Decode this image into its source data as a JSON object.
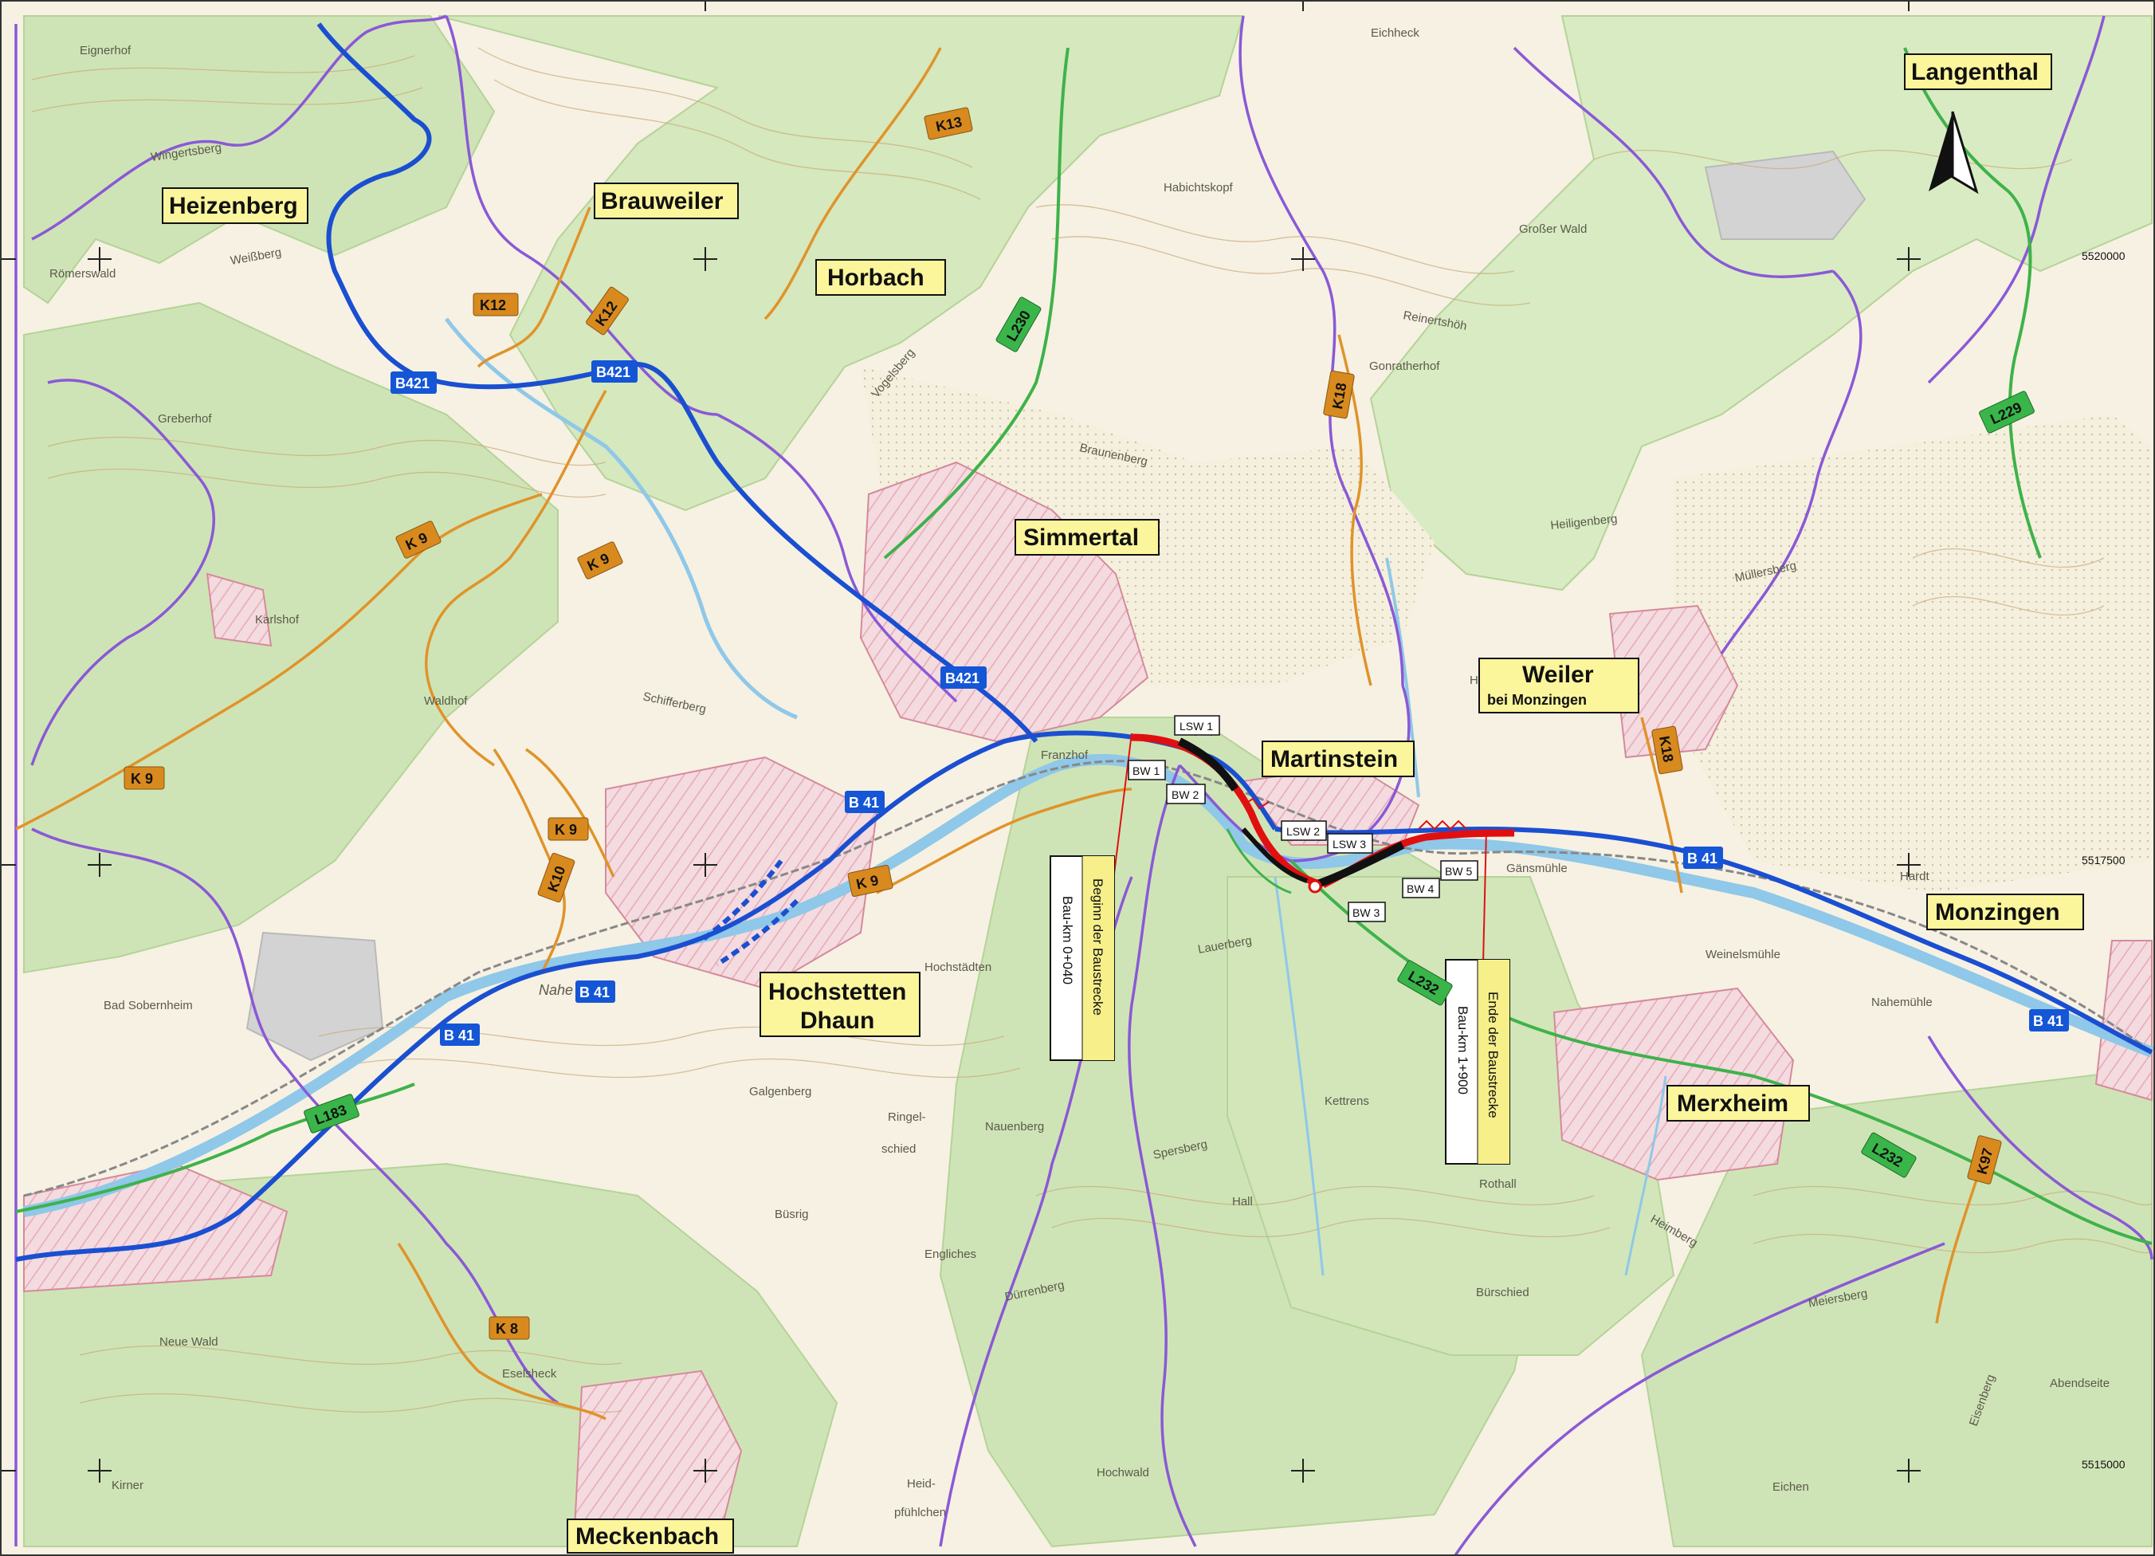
{
  "towns": {
    "langenthal": "Langenthal",
    "heizenberg": "Heizenberg",
    "brauweiler": "Brauweiler",
    "horbach": "Horbach",
    "simmertal": "Simmertal",
    "martinstein": "Martinstein",
    "weiler": "Weiler",
    "weiler_sub": "bei Monzingen",
    "monzingen": "Monzingen",
    "hochstetten_1": "Hochstetten",
    "hochstetten_2": "Dhaun",
    "merxheim": "Merxheim",
    "meckenbach": "Meckenbach"
  },
  "roads": {
    "b421_a": "B421",
    "b421_b": "B421",
    "b421_c": "B421",
    "b41_a": "B 41",
    "b41_b": "B 41",
    "b41_c": "B 41",
    "b41_d": "B 41",
    "b41_e": "B 41",
    "k13": "K13",
    "k12_a": "K12",
    "k12_b": "K12",
    "k18_a": "K18",
    "k18_b": "K18",
    "k9_a": "K 9",
    "k9_b": "K 9",
    "k9_c": "K 9",
    "k9_d": "K 9",
    "k9_e": "K 9",
    "k10": "K10",
    "k8": "K 8",
    "k97": "K97",
    "l230": "L230",
    "l229": "L229",
    "l232_a": "L232",
    "l232_b": "L232",
    "l183": "L183"
  },
  "structures": {
    "lsw1": "LSW 1",
    "lsw2": "LSW 2",
    "lsw3": "LSW 3",
    "bw1": "BW 1",
    "bw2": "BW 2",
    "bw3": "BW 3",
    "bw4": "BW 4",
    "bw5": "BW 5"
  },
  "stations": {
    "start_line1": "Beginn der Baustrecke",
    "start_line2": "Bau-km 0+040",
    "end_line1": "Ende der Baustrecke",
    "end_line2": "Bau-km 1+900"
  },
  "grid_coords": {
    "n1": "5520000",
    "n2": "5517500",
    "n3": "5515000"
  },
  "places": {
    "eignerhof": "Eignerhof",
    "roemerswald": "Römerswald",
    "wingertsberg": "Wingertsberg",
    "weissberg": "Weißberg",
    "grebenhof": "Greberhof",
    "karlshof": "Karlshof",
    "waldhof": "Waldhof",
    "schifferberg": "Schifferberg",
    "franzhof": "Franzhof",
    "hochstaedten": "Hochstädten",
    "lauerberg": "Lauerberg",
    "kettrens": "Kettrens",
    "galgenberg": "Galgenberg",
    "nauenberg": "Nauenberg",
    "buesrig": "Büsrig",
    "engliches": "Engliches",
    "duerrenberg": "Dürrenberg",
    "hochwald": "Hochwald",
    "buerschied": "Bürschied",
    "meiersberg": "Meiersberg",
    "heimberg": "Heimberg",
    "eichen": "Eichen",
    "abendseite": "Abendseite",
    "hardt": "Hardt",
    "nahemuehle": "Nahemühle",
    "weinelsmuehle": "Weinelsmühle",
    "gaensmuehle": "Gänsmühle",
    "harte": "Harte",
    "muellersberg": "Müllersberg",
    "heiligenberg": "Heiligenberg",
    "grosser_wald": "Großer Wald",
    "eichheck": "Eichheck",
    "habichtskopf": "Habichtskopf",
    "reinertshoeh": "Reinertshöh",
    "gonratherhof": "Gonratherhof",
    "braunenberg": "Braunenberg",
    "vogelsberg": "Vogelsberg",
    "eselsheck": "Eselsheck",
    "eisenberg": "Eisenberg",
    "bad_sobernheim": "Bad Sobernheim",
    "neue_wald": "Neue Wald",
    "kirner": "Kirner",
    "heid": "Heid-",
    "pfuehlchen": "pfühlchen",
    "ringel": "Ringel-",
    "schied": "schied",
    "rothall": "Rothall",
    "hall": "Hall",
    "sperrsberg": "Spersberg",
    "nahe": "Nahe"
  }
}
